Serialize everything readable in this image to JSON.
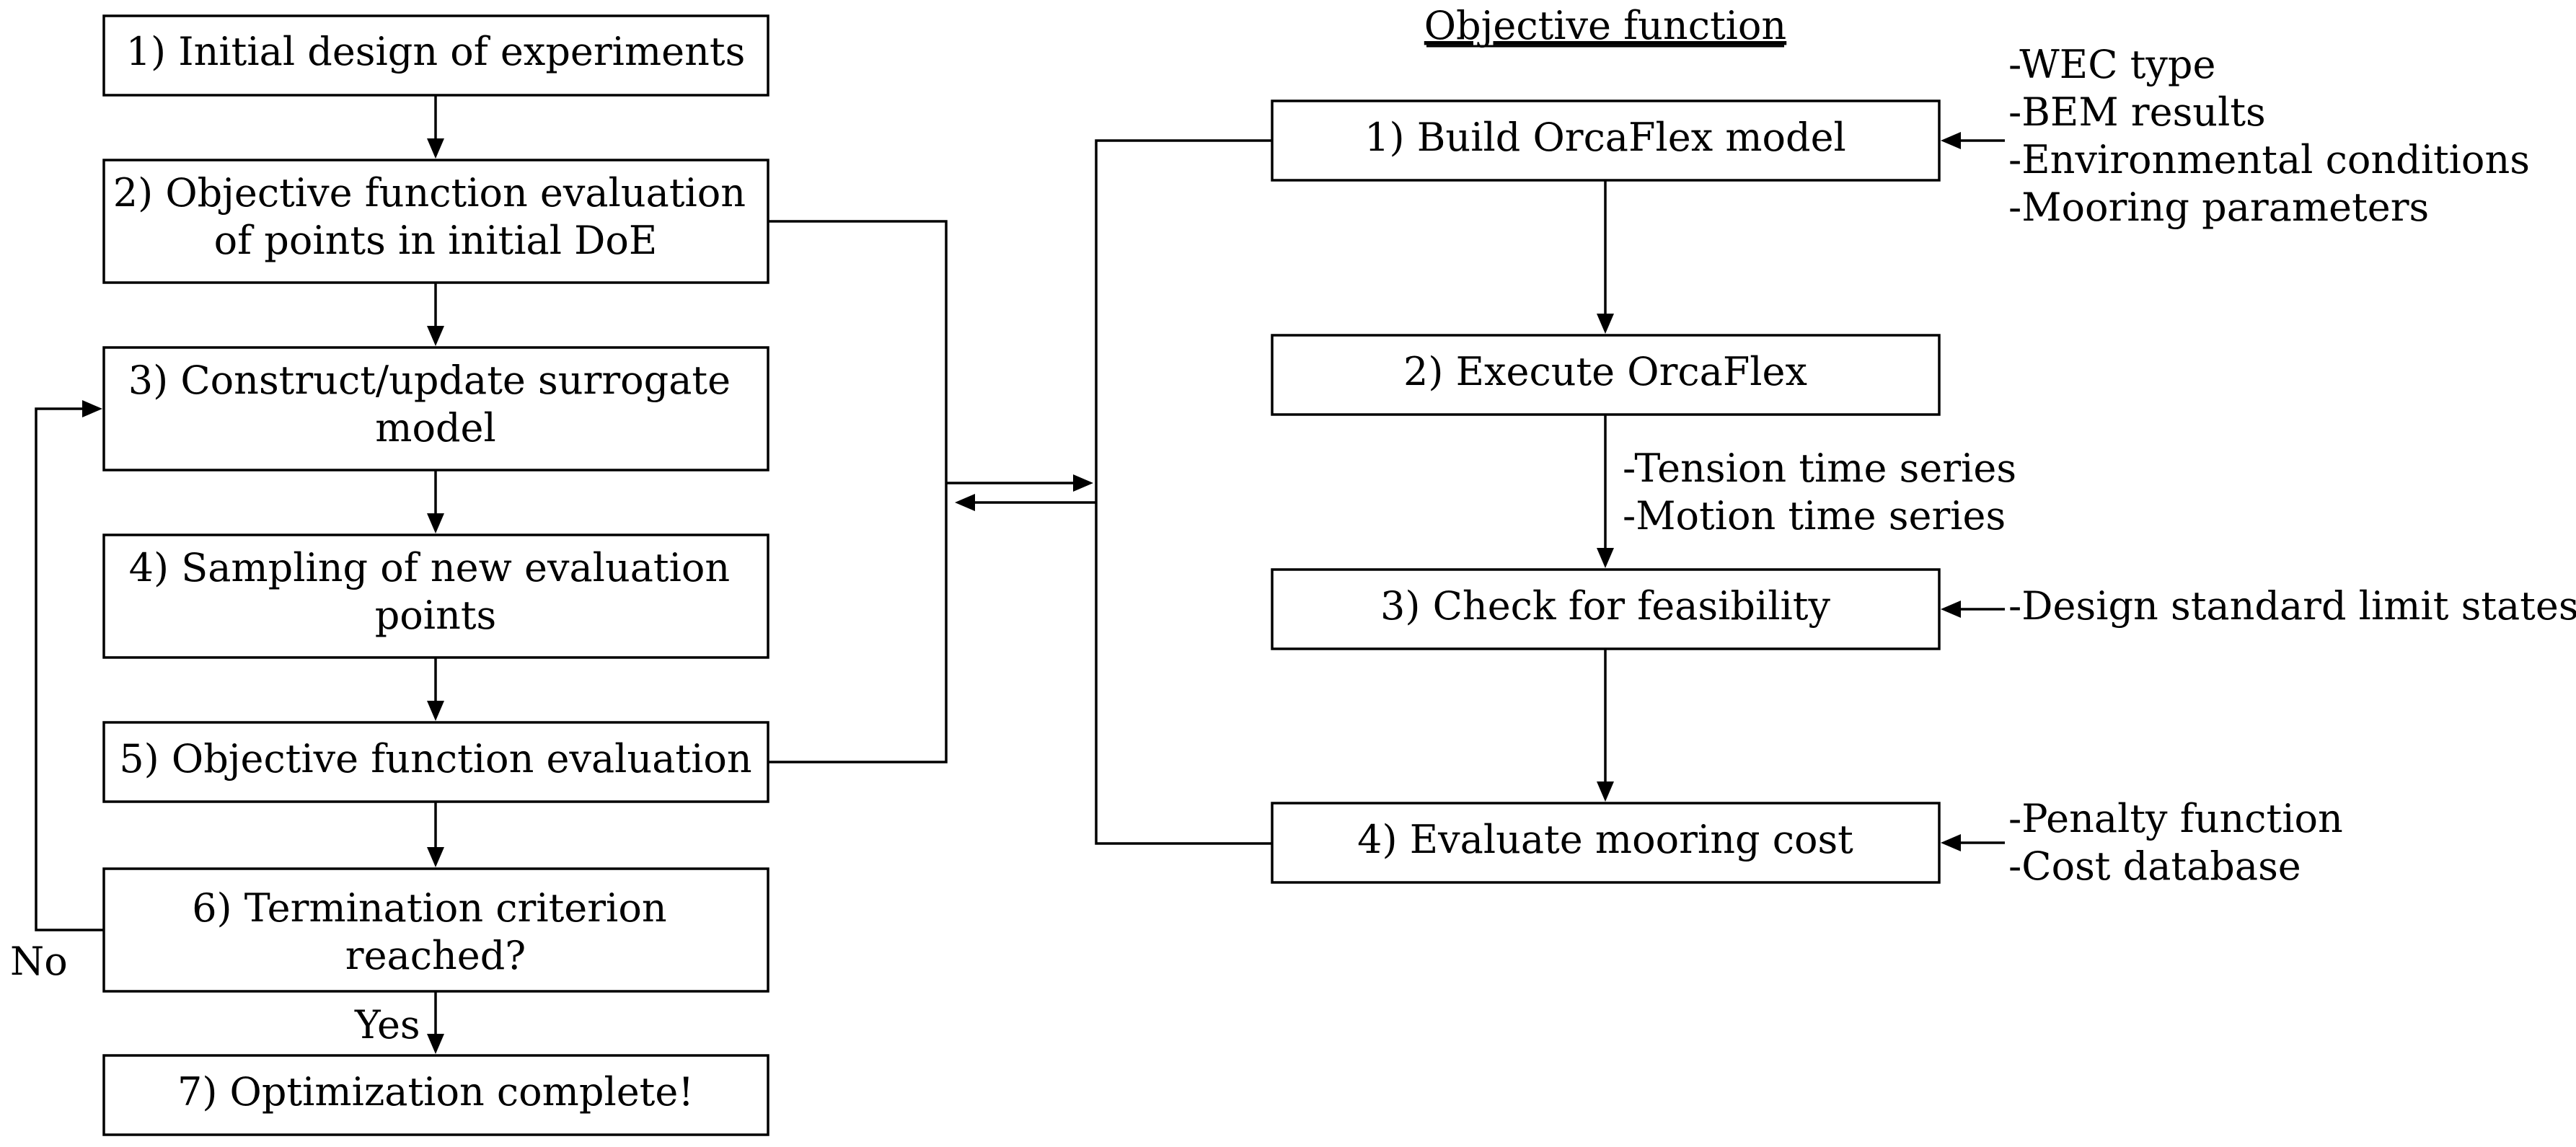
{
  "left_flow": {
    "step1": [
      "1) Initial design of experiments"
    ],
    "step2": [
      "2) Objective function evaluation",
      "of points in initial DoE"
    ],
    "step3": [
      "3) Construct/update surrogate",
      "model"
    ],
    "step4": [
      "4) Sampling of new evaluation",
      "points"
    ],
    "step5": [
      "5) Objective function evaluation"
    ],
    "step6": [
      "6) Termination criterion",
      "reached?"
    ],
    "step7": [
      "7) Optimization complete!"
    ],
    "no_label": "No",
    "yes_label": "Yes"
  },
  "objective_function": {
    "title": "Objective function",
    "step1": [
      "1) Build OrcaFlex model"
    ],
    "step2": [
      "2) Execute OrcaFlex"
    ],
    "step3": [
      "3) Check for feasibility"
    ],
    "step4": [
      "4) Evaluate mooring cost"
    ],
    "inputs_build": [
      "-WEC type",
      "-BEM results",
      "-Environmental conditions",
      "-Mooring parameters"
    ],
    "outputs_execute": [
      "-Tension time series",
      "-Motion time series"
    ],
    "inputs_feasibility": [
      "-Design standard limit states"
    ],
    "inputs_cost": [
      "-Penalty function",
      "-Cost database"
    ]
  }
}
